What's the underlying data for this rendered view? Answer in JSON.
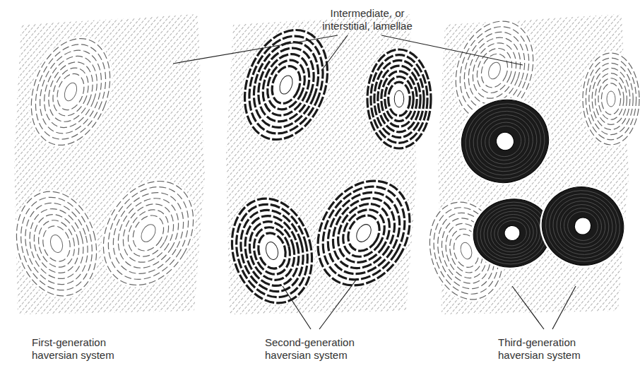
{
  "diagram": {
    "labels": [
      "Intermediate, or interstitial, lamellae",
      "First-generation haversian system",
      "Second-generation haversian system",
      "Third-generation haversian system"
    ]
  }
}
